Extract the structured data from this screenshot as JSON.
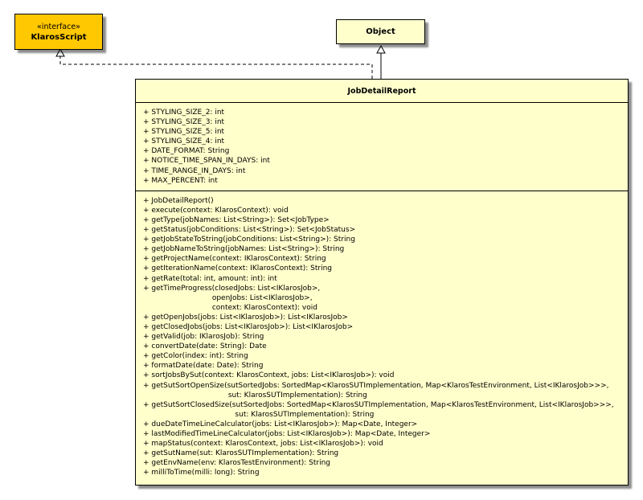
{
  "interface": {
    "stereotype": "«interface»",
    "name": "KlarosScript"
  },
  "object_class": {
    "name": "Object"
  },
  "main_class": {
    "name": "JobDetailReport",
    "attributes": [
      "+ STYLING_SIZE_2: int",
      "+ STYLING_SIZE_3: int",
      "+ STYLING_SIZE_5: int",
      "+ STYLING_SIZE_4: int",
      "+ DATE_FORMAT: String",
      "+ NOTICE_TIME_SPAN_IN_DAYS: int",
      "+ TIME_RANGE_IN_DAYS: int",
      "+ MAX_PERCENT: int"
    ],
    "operations": [
      "+ JobDetailReport()",
      "+ execute(context: KlarosContext): void",
      "+ getType(jobNames: List<String>): Set<JobType>",
      "+ getStatus(jobConditions: List<String>): Set<JobStatus>",
      "+ getJobStateToString(jobConditions: List<String>): String",
      "+ getJobNameToString(jobNames: List<String>): String",
      "+ getProjectName(context: IKlarosContext): String",
      "+ getIterationName(context: IKlarosContext): String",
      "+ getRate(total: int, amount: int): int",
      "+ getTimeProgress(closedJobs: List<IKlarosJob>,",
      "                              openJobs: List<IKlarosJob>,",
      "                              context: KlarosContext): void",
      "+ getOpenJobs(jobs: List<IKlarosJob>): List<IKlarosJob>",
      "+ getClosedJobs(jobs: List<IKlarosJob>): List<IKlarosJob>",
      "+ getValid(job: IKlarosJob): String",
      "+ convertDate(date: String): Date",
      "+ getColor(index: int): String",
      "+ formatDate(date: Date): String",
      "+ sortJobsBySut(context: KlarosContext, jobs: List<IKlarosJob>): void",
      "+ getSutSortOpenSize(sutSortedJobs: SortedMap<KlarosSUTImplementation, Map<KlarosTestEnvironment, List<IKlarosJob>>>,",
      "                                     sut: KlarosSUTImplementation): String",
      "+ getSutSortClosedSize(sutSortedJobs: SortedMap<KlarosSUTImplementation, Map<KlarosTestEnvironment, List<IKlarosJob>>>,",
      "                                        sut: KlarosSUTImplementation): String",
      "+ dueDateTimeLineCalculator(jobs: List<IKlarosJob>): Map<Date, Integer>",
      "+ lastModifiedTimeLineCalculator(jobs: List<IKlarosJob>): Map<Date, Integer>",
      "+ mapStatus(context: KlarosContext, jobs: List<IKlarosJob>): void",
      "+ getSutName(sut: KlarosSUTImplementation): String",
      "+ getEnvName(env: KlarosTestEnvironment): String",
      "+ milliToTime(milli: long): String"
    ]
  },
  "colors": {
    "interface_fill": "#ffc800",
    "class_fill": "#ffffcc",
    "line": "#000000"
  }
}
